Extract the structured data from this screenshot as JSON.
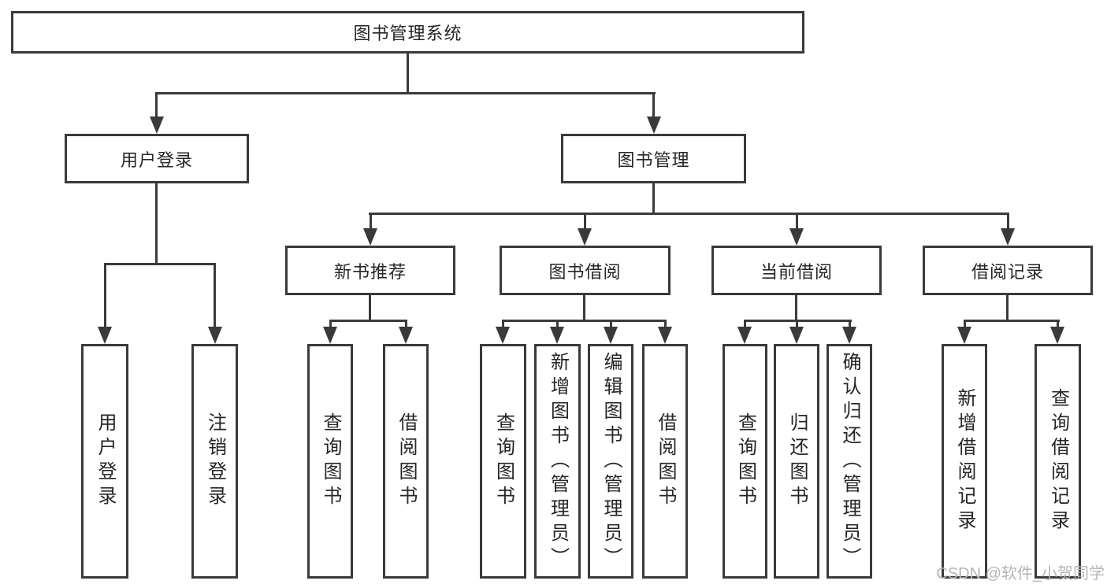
{
  "watermark": "CSDN @软件_小贺同学",
  "colors": {
    "line": "#3a3a3a",
    "text": "#262626",
    "watermark": "#b5b5b5",
    "background": "#ffffff"
  },
  "tree": {
    "root": {
      "label": "图书管理系统"
    },
    "children": [
      {
        "label": "用户登录",
        "children": [
          {
            "label": "用户登录"
          },
          {
            "label": "注销登录"
          }
        ]
      },
      {
        "label": "图书管理",
        "children": [
          {
            "label": "新书推荐",
            "children": [
              {
                "label": "查询图书"
              },
              {
                "label": "借阅图书"
              }
            ]
          },
          {
            "label": "图书借阅",
            "children": [
              {
                "label": "查询图书"
              },
              {
                "label": "新增图书（管理员）"
              },
              {
                "label": "编辑图书（管理员）"
              },
              {
                "label": "借阅图书"
              }
            ]
          },
          {
            "label": "当前借阅",
            "children": [
              {
                "label": "查询图书"
              },
              {
                "label": "归还图书"
              },
              {
                "label": "确认归还（管理员）"
              }
            ]
          },
          {
            "label": "借阅记录",
            "children": [
              {
                "label": "新增借阅记录"
              },
              {
                "label": "查询借阅记录"
              }
            ]
          }
        ]
      }
    ]
  }
}
